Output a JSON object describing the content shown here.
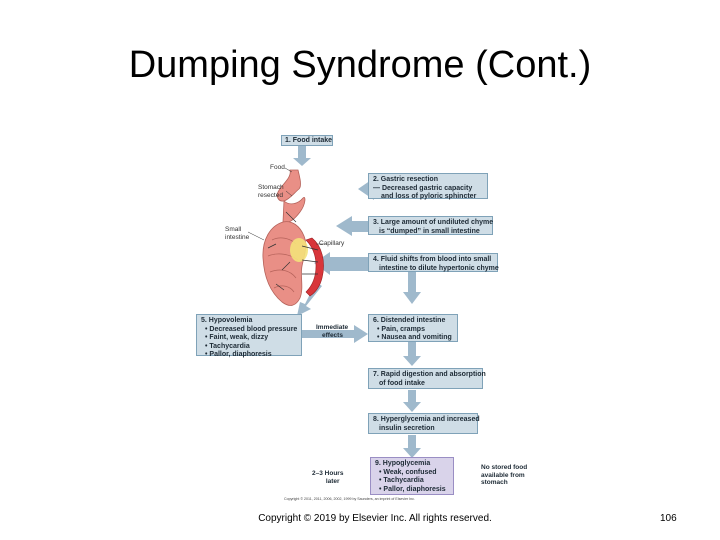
{
  "slide": {
    "title": "Dumping Syndrome (Cont.)",
    "footer": "Copyright © 2019 by Elsevier Inc. All rights reserved.",
    "page_number": "106"
  },
  "diagram": {
    "step1": "1. Food intake",
    "step2": [
      "2. Gastric resection",
      "— Decreased gastric capacity",
      "and loss of pyloric sphincter"
    ],
    "step3": [
      "3. Large amount of undiluted chyme",
      "is “dumped” in small intestine"
    ],
    "step4": [
      "4. Fluid shifts from blood into small",
      "intestine to dilute hypertonic chyme"
    ],
    "step5": [
      "5. Hypovolemia",
      "• Decreased blood pressure",
      "• Faint, weak, dizzy",
      "• Tachycardia",
      "• Pallor, diaphoresis"
    ],
    "step6": [
      "6. Distended intestine",
      "• Pain, cramps",
      "• Nausea and vomiting"
    ],
    "step7": [
      "7. Rapid digestion and absorption",
      "of food intake"
    ],
    "step8": [
      "8. Hyperglycemia and increased",
      "insulin secretion"
    ],
    "step9": [
      "9. Hypoglycemia",
      "• Weak, confused",
      "• Tachycardia",
      "• Pallor, diaphoresis"
    ],
    "labels": {
      "food": "Food",
      "stomach": [
        "Stomach",
        "resected"
      ],
      "small_intestine": [
        "Small",
        "intestine"
      ],
      "capillary": "Capillary",
      "immediate": [
        "Immediate",
        "effects"
      ],
      "hours_later": [
        "2–3 Hours",
        "later"
      ],
      "no_stored_food": [
        "No stored food",
        "available from",
        "stomach"
      ]
    },
    "copyright_small": "Copyright © 2011, 2011, 2006, 2002, 1999 by Saunders, an imprint of Elsevier Inc.",
    "colors": {
      "box_fill": "#cfdde6",
      "box_purple": "#d9d3ea",
      "arrow": "#9fb9cc",
      "organ": "#e98f86",
      "capillary": "#d8363b",
      "fluid": "#f4e27a"
    }
  }
}
